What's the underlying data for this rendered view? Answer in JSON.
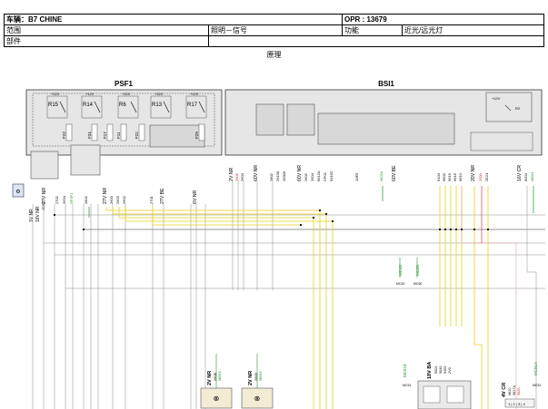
{
  "header": {
    "vehicle_label": "车辆：B7 CHINE",
    "opr_label": "OPR : 13679",
    "scope_label": "范围",
    "scope_value": "照明－信号",
    "function_label": "功能",
    "function_value": "近光/远光灯",
    "parts_label": "部件"
  },
  "diagram": {
    "subtitle": "原理",
    "psf1": {
      "title": "PSF1",
      "relays": [
        "R15",
        "R14",
        "R6",
        "R13",
        "R17"
      ],
      "relay_supply": "+12V",
      "fuses": [
        "F23",
        "F24",
        "F17",
        "F11",
        "F22",
        "F29"
      ],
      "bottom_labels": [
        "27V NR",
        "2702",
        "2634",
        "NF3F1",
        "2802",
        "27V NR",
        "2600",
        "2603",
        "2602",
        "2701",
        "27V BE",
        "6V NR"
      ]
    },
    "bsi1": {
      "title": "BSI1",
      "relay_supply": "+12V",
      "relay_id": "R2",
      "bottom_labels": [
        "2V NR",
        "2605",
        "2604",
        "60V NR",
        "2802",
        "26100",
        "26300",
        "60V NR",
        "2602",
        "2604",
        "9612A",
        "CP01",
        "9315C",
        "10E5",
        "MC6A",
        "60V BE",
        "9104",
        "9603",
        "9619",
        "9616",
        "9610",
        "20V NR",
        "2000",
        "2E24",
        "16V CR",
        "6004",
        "ME01"
      ]
    },
    "left_connector": [
      "1V NR",
      "16V NR",
      "JC0G"
    ],
    "ground_labels": [
      "MC40",
      "MC60"
    ],
    "lower_connectors": [
      {
        "name": "2V NR",
        "ids": [
          "2608",
          "ME63"
        ]
      },
      {
        "name": "2V NR",
        "ids": [
          "2609",
          "ME64"
        ]
      },
      {
        "name": "18V BA",
        "ids": [
          "9004",
          "9040",
          "9402",
          "2V0"
        ]
      },
      {
        "name": "4V CR",
        "ids": [
          "9610",
          "9617A",
          "9625"
        ]
      }
    ],
    "side_labels": [
      "MC51E",
      "MC51A"
    ],
    "colors": {
      "wire_yellow": "#e6d21a",
      "wire_green": "#1f8f2a",
      "wire_gray": "#8a8a8a",
      "wire_red": "#d02020",
      "wire_pink": "#e8a0a0",
      "box_fill": "#e6e6e6"
    }
  }
}
